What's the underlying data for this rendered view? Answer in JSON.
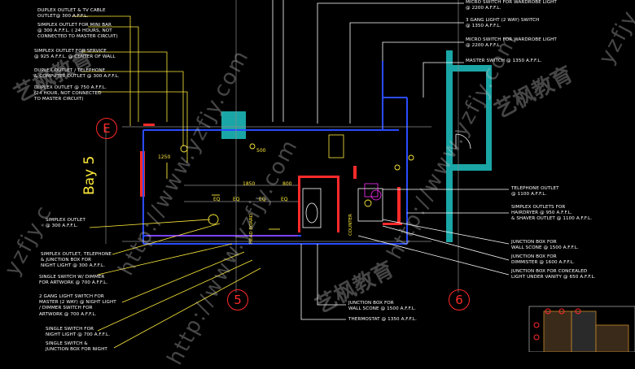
{
  "left_labels": [
    "DUPLEX OUTLET & TV CABLE\nOUTLET@ 300 A.F.F.L.",
    "SIMPLEX OUTLET FOR MINI BAR\n@ 300 A.F.F.L. ( 24 HOURS, NOT\nCONNECTED TO MASTER CIRCUIT)",
    "SIMPLEX OUTLET FOR SERVICE\n@ 925 A.F.F.L. @ CENTER OF WALL",
    "DUPLEX OUTLET / TELEPHONE\n& COMPUTER OUTLET @ 300 A.F.F.L.",
    "DUPLEX OUTLET @ 750 A.F.F.L.\n(24 HOUR, NOT CONNECTED\nTO MASTER CIRCUIT)",
    "SIMPLEX OUTLET\n@ 300 A.F.F.L.",
    "SIMPLEX OUTLET, TELEPHONE\n& JUNCTION BOX FOR\nNIGHT LIGHT @ 300 A.F.F.L.",
    "SINGLE SWITCH W/ DIMMER\nFOR ARTWORK @ 700 A.F.F.L.",
    "2 GANG LIGHT SWITCH FOR\nMASTER (2 WAY) @ NIGHT LIGHT\n/ DIMMER SWITCH FOR\nARTWORK @ 700 A.F.F.L.",
    "SINGLE SWITCH FOR\nNIGHT LIGHT @ 700 A.F.F.L.",
    "SINGLE SWITCH &\nJUNCTION BOX FOR NIGHT"
  ],
  "top_right_labels": [
    "MICRO SWITCH FOR WARDROBE LIGHT\n@ 2200 A.F.F.L.",
    "3 GANG LIGHT (2 WAY) SWITCH\n@ 1350 A.F.F.L.",
    "MICRO SWITCH FOR WARDROBE LIGHT\n@ 2200 A.F.F.L.",
    "MASTER SWITCH @ 1350 A.F.F.L."
  ],
  "right_labels": [
    "TELEPHONE OUTLET\n@ 1100 A.F.F.L.",
    "SIMPLEX OUTLETS FOR\nHAIRDRYER @ 950 A.F.F.L.\n& SHAVER OUTLET @ 1100 A.F.F.L.",
    "JUNCTION BOX FOR\nWALL SCONE @ 1500 A.F.F.L.",
    "JUNCTION BOX FOR\nDIMMISTER @ 1600 A.F.F.L.",
    "JUNCTION BOX FOR CONCEALED\nLIGHT UNDER VANITY @ 650 A.F.F.L."
  ],
  "bottom_labels": [
    "JUNCTION BOX FOR\nWALL SCONE @ 1500 A.F.F.L.",
    "THERMOSTAT @ 1350 A.F.F.L."
  ],
  "grid_markers": {
    "e": "E",
    "five": "5",
    "six": "6"
  },
  "bay_label": "Bay 5",
  "dimensions": [
    "1250",
    "500",
    "1850",
    "800",
    "EQ",
    "EQ",
    "EQ",
    "EQ"
  ],
  "vertical_texts": [
    "HEAD BOARD",
    "COUNTER"
  ],
  "watermark": {
    "url": "http://www.yzfjy.com",
    "cn": "艺枫教育",
    "short": "yzfjy.c",
    "corner": "yzfjy"
  },
  "colors": {
    "background": "#000000",
    "wall_red": "#ff2a2a",
    "wall_blue": "#2a4cff",
    "teal": "#1aa6a6",
    "leader_yellow": "#ffeb3b",
    "leader_white": "#ffffff",
    "magenta": "#ff33ff"
  }
}
